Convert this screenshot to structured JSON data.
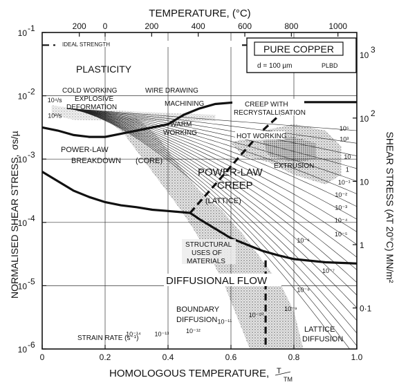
{
  "chart_data": {
    "type": "line",
    "title": "PURE COPPER",
    "subtitle": "d = 100 µm",
    "source_tag": "PLBD",
    "x_axis": {
      "label": "HOMOLOGOUS TEMPERATURE, T/TM",
      "label_main": "HOMOLOGOUS TEMPERATURE,",
      "label_t": "T",
      "label_tm": "TM",
      "range": [
        0,
        1.0
      ],
      "ticks": [
        {
          "value": 0,
          "label": "0"
        },
        {
          "value": 0.2,
          "label": "0.2"
        },
        {
          "value": 0.4,
          "label": "0.4"
        },
        {
          "value": 0.6,
          "label": "0.6"
        },
        {
          "value": 0.8,
          "label": "0.8"
        },
        {
          "value": 1.0,
          "label": "1.0"
        }
      ]
    },
    "x2_axis": {
      "label": "TEMPERATURE, (°C)",
      "ticks": [
        {
          "value": 0.118,
          "label": "200"
        },
        {
          "value": 0.2,
          "label": "0"
        },
        {
          "value": 0.348,
          "label": "200"
        },
        {
          "value": 0.496,
          "label": "400"
        },
        {
          "value": 0.644,
          "label": "600"
        },
        {
          "value": 0.792,
          "label": "800"
        },
        {
          "value": 0.94,
          "label": "1000"
        }
      ]
    },
    "y_axis": {
      "label_main": "NORMALISED SHEAR STRESS,",
      "label_sym": "σs/µ",
      "scale": "log",
      "range": [
        -6,
        -1
      ],
      "ticks": [
        {
          "value": -1,
          "label": "10",
          "exp": "-1"
        },
        {
          "value": -2,
          "label": "10",
          "exp": "-2"
        },
        {
          "value": -3,
          "label": "10",
          "exp": "-3"
        },
        {
          "value": -4,
          "label": "10",
          "exp": "-4"
        },
        {
          "value": -5,
          "label": "10",
          "exp": "-5"
        },
        {
          "value": -6,
          "label": "10",
          "exp": "-6"
        }
      ]
    },
    "y2_axis": {
      "label": "SHEAR STRESS (AT 20°C) MN/m²",
      "ticks": [
        {
          "value": -1.352,
          "label": "10",
          "exp": "3"
        },
        {
          "value": -2.352,
          "label": "10",
          "exp": "2"
        },
        {
          "value": -3.352,
          "label": "10",
          "exp": ""
        },
        {
          "value": -4.352,
          "label": "1",
          "exp": ""
        },
        {
          "value": -5.352,
          "label": "0·1",
          "exp": ""
        }
      ]
    },
    "regions": [
      {
        "name": "IDEAL STRENGTH"
      },
      {
        "name": "PLASTICITY"
      },
      {
        "name": "POWER-LAW BREAKDOWN"
      },
      {
        "name": "POWER-LAW CREEP"
      },
      {
        "name": "DIFFUSIONAL FLOW"
      },
      {
        "name": "BOUNDARY DIFFUSION"
      },
      {
        "name": "LATTICE DIFFUSION"
      }
    ],
    "region_labels": {
      "ideal": "IDEAL STRENGTH",
      "plasticity": "PLASTICITY",
      "plb_1": "POWER-LAW",
      "plb_2": "BREAKDOWN",
      "core": "(CORE)",
      "plc_1": "POWER-LAW",
      "plc_2": "CREEP",
      "lattice": "(LATTICE)",
      "diffusional": "DIFFUSIONAL FLOW",
      "bd_1": "BOUNDARY",
      "bd_2": "DIFFUSION",
      "ld_1": "LATTICE",
      "ld_2": "DIFFUSION"
    },
    "process_labels": {
      "cold_working": "COLD WORKING",
      "explosive": "EXPLOSIVE",
      "deformation": "DEFORMATION",
      "wire_drawing": "WIRE DRAWING",
      "machining": "MACHINING",
      "creep_with": "CREEP WITH",
      "recryst": "RECRYSTALLISATION",
      "warm_working_1": "WARM",
      "warm_working_2": "WORKING",
      "hot_working": "HOT WORKING",
      "extrusion": "EXTRUSION",
      "structural_1": "STRUCTURAL",
      "structural_2": "USES OF",
      "structural_3": "MATERIALS"
    },
    "strain_rate_label": "STRAIN RATE (s⁻¹)",
    "strain_rate_labels": [
      {
        "text": "10⁴/s",
        "x": 0.04,
        "y": -2.1
      },
      {
        "text": "10²/s",
        "x": 0.04,
        "y": -2.35
      },
      {
        "text": "10⁵",
        "x": 0.96,
        "y": -2.55
      },
      {
        "text": "10³",
        "x": 0.96,
        "y": -2.72
      },
      {
        "text": "10",
        "x": 0.97,
        "y": -3.0
      },
      {
        "text": "1",
        "x": 0.97,
        "y": -3.2
      },
      {
        "text": "10⁻¹",
        "x": 0.96,
        "y": -3.4
      },
      {
        "text": "10⁻²",
        "x": 0.95,
        "y": -3.6
      },
      {
        "text": "10⁻³",
        "x": 0.95,
        "y": -3.8
      },
      {
        "text": "10⁻⁴",
        "x": 0.95,
        "y": -4.0
      },
      {
        "text": "10⁻⁵",
        "x": 0.95,
        "y": -4.22
      },
      {
        "text": "10⁻⁶",
        "x": 0.83,
        "y": -4.32
      },
      {
        "text": "10⁻⁷",
        "x": 0.91,
        "y": -4.8
      },
      {
        "text": "10⁻⁸",
        "x": 0.83,
        "y": -5.1
      },
      {
        "text": "10⁻⁹",
        "x": 0.79,
        "y": -5.4
      },
      {
        "text": "10⁻¹⁰",
        "x": 0.68,
        "y": -5.5
      },
      {
        "text": "10⁻¹¹",
        "x": 0.58,
        "y": -5.6
      },
      {
        "text": "10⁻¹²",
        "x": 0.48,
        "y": -5.75
      },
      {
        "text": "10⁻¹³",
        "x": 0.38,
        "y": -5.8
      },
      {
        "text": "10⁻¹⁴",
        "x": 0.29,
        "y": -5.8
      }
    ],
    "boundaries": [
      {
        "name": "ideal-strength-limit",
        "style": "dashed",
        "points": [
          [
            0.0,
            -1.2
          ],
          [
            0.65,
            -1.2
          ]
        ]
      },
      {
        "name": "plasticity-lower-boundary",
        "style": "solid-thick",
        "points": [
          [
            0.0,
            -2.5
          ],
          [
            0.05,
            -2.55
          ],
          [
            0.1,
            -2.62
          ],
          [
            0.15,
            -2.65
          ],
          [
            0.2,
            -2.65
          ],
          [
            0.25,
            -2.6
          ],
          [
            0.3,
            -2.55
          ],
          [
            0.4,
            -2.45
          ],
          [
            0.45,
            -2.3
          ],
          [
            0.5,
            -2.2
          ],
          [
            0.55,
            -2.13
          ],
          [
            0.62,
            -2.1
          ],
          [
            0.7,
            -2.1
          ],
          [
            0.8,
            -2.1
          ],
          [
            1.0,
            -2.1
          ]
        ]
      },
      {
        "name": "power-law-breakdown-boundary",
        "style": "solid-thick",
        "points": [
          [
            0.0,
            -3.2
          ],
          [
            0.05,
            -3.35
          ],
          [
            0.1,
            -3.5
          ],
          [
            0.15,
            -3.6
          ],
          [
            0.2,
            -3.68
          ],
          [
            0.25,
            -3.73
          ],
          [
            0.3,
            -3.76
          ],
          [
            0.35,
            -3.8
          ],
          [
            0.4,
            -3.82
          ],
          [
            0.47,
            -3.85
          ]
        ]
      },
      {
        "name": "plc-diffusional-boundary",
        "style": "solid-thick",
        "points": [
          [
            0.47,
            -3.85
          ],
          [
            0.5,
            -3.95
          ],
          [
            0.55,
            -4.1
          ],
          [
            0.6,
            -4.25
          ],
          [
            0.65,
            -4.35
          ],
          [
            0.7,
            -4.45
          ],
          [
            0.75,
            -4.52
          ],
          [
            0.8,
            -4.58
          ],
          [
            0.9,
            -4.63
          ],
          [
            1.0,
            -4.65
          ]
        ]
      },
      {
        "name": "boundary-lattice-divider",
        "style": "dashed-thick",
        "points": [
          [
            0.71,
            -4.6
          ],
          [
            0.71,
            -6.0
          ]
        ]
      },
      {
        "name": "core-lattice-divider",
        "style": "dashed-thick",
        "points": [
          [
            0.47,
            -3.85
          ],
          [
            0.55,
            -3.4
          ],
          [
            0.62,
            -3.0
          ],
          [
            0.7,
            -2.55
          ],
          [
            0.8,
            -2.1
          ]
        ]
      }
    ]
  }
}
